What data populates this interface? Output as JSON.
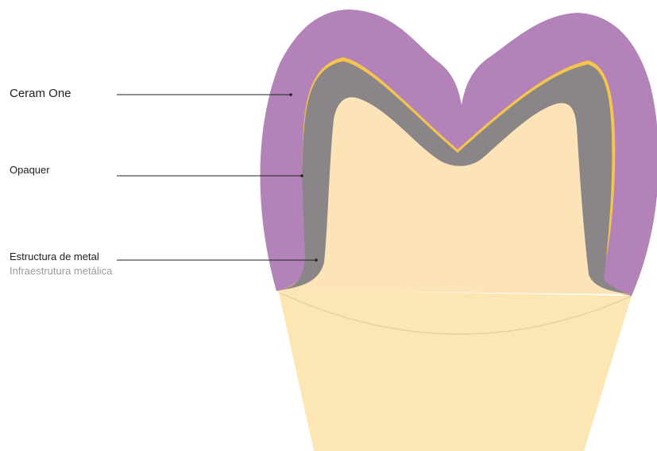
{
  "labels": {
    "ceram_one": "Ceram One",
    "opaquer": "Opaquer",
    "estructura": "Estructura de metal",
    "infraestrutura": "Infraestrutura metálica"
  },
  "colors": {
    "ceramic": "#b282b8",
    "opaquer": "#8a8587",
    "metal_line": "#f5c64a",
    "tooth": "#fde4b8",
    "root": "#fce6b3",
    "leader": "#222222"
  }
}
